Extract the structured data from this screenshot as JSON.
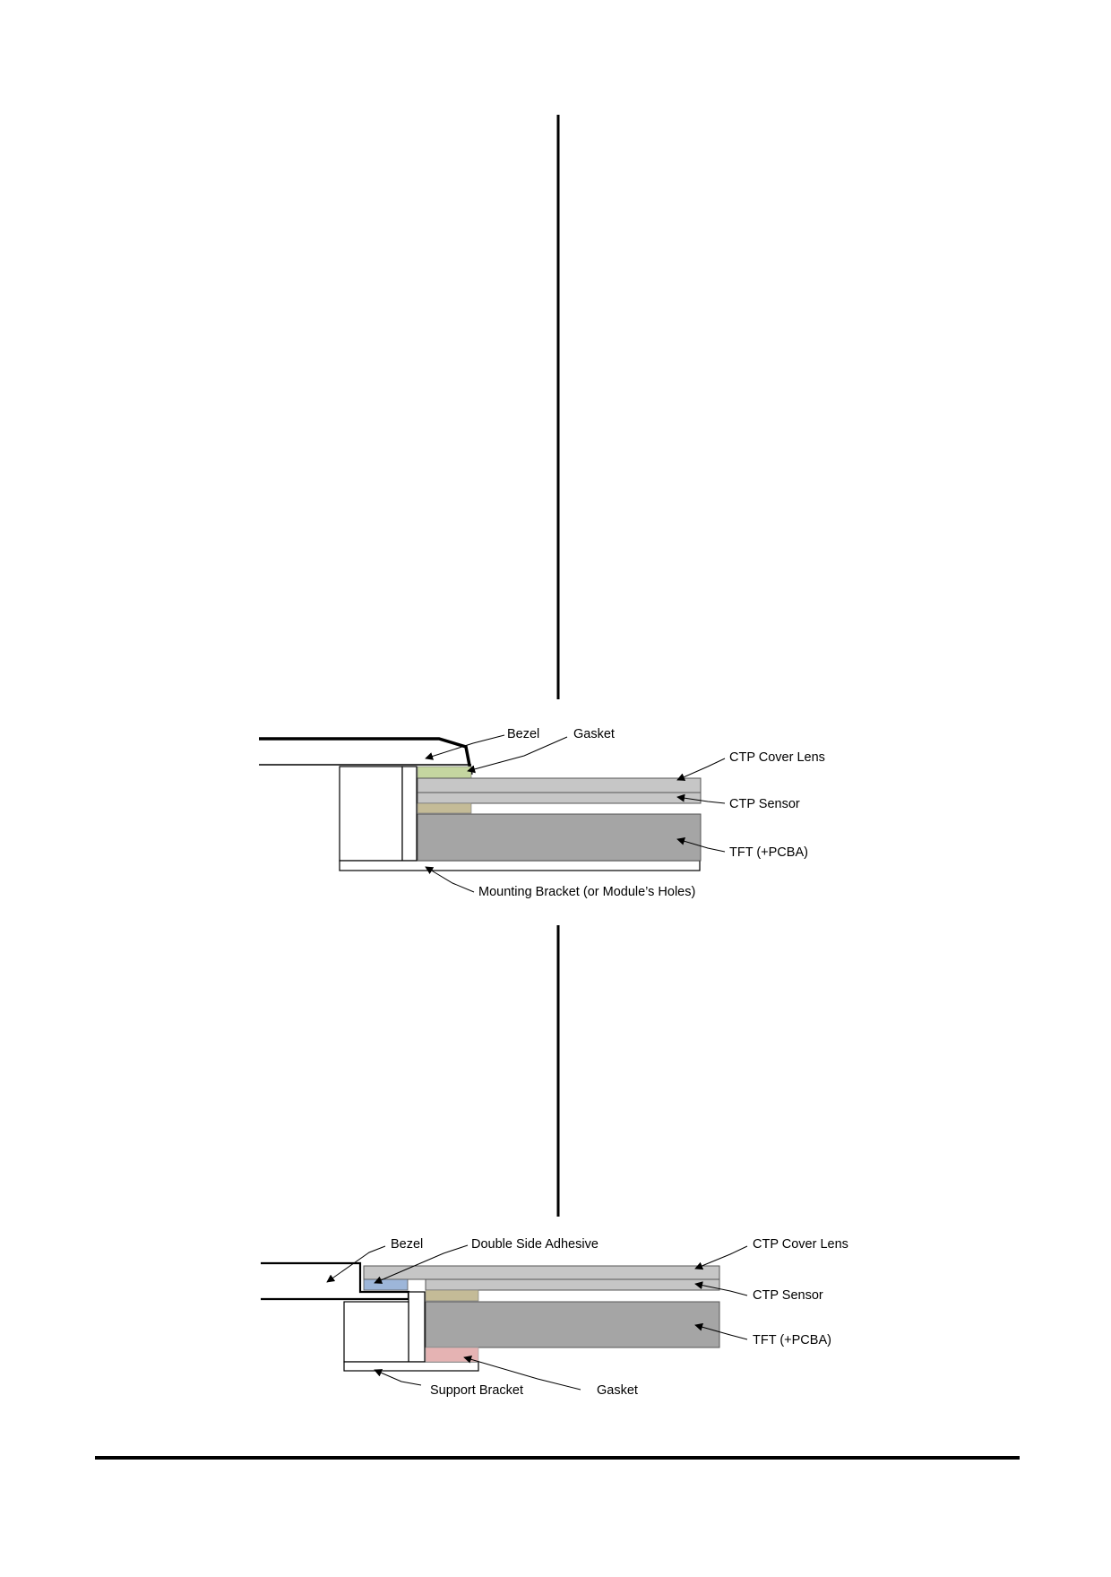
{
  "diagram1": {
    "labels": {
      "bezel": "Bezel",
      "gasket": "Gasket",
      "cover_lens": "CTP Cover Lens",
      "sensor": "CTP Sensor",
      "tft": "TFT (+PCBA)",
      "bracket": "Mounting Bracket (or Module’s Holes)"
    }
  },
  "diagram2": {
    "labels": {
      "bezel": "Bezel",
      "adhesive": "Double Side Adhesive",
      "cover_lens": "CTP Cover Lens",
      "sensor": "CTP Sensor",
      "tft": "TFT (+PCBA)",
      "bracket": "Support Bracket",
      "gasket": "Gasket"
    }
  },
  "colors": {
    "gasket_green": "#c5d6a0",
    "spacer_tan": "#c4bb97",
    "panel_gray": "#a5a5a5",
    "lens_gray": "#c6c6c6",
    "adhesive_blue": "#9db6d9",
    "gasket_pink": "#e5b3b3"
  }
}
